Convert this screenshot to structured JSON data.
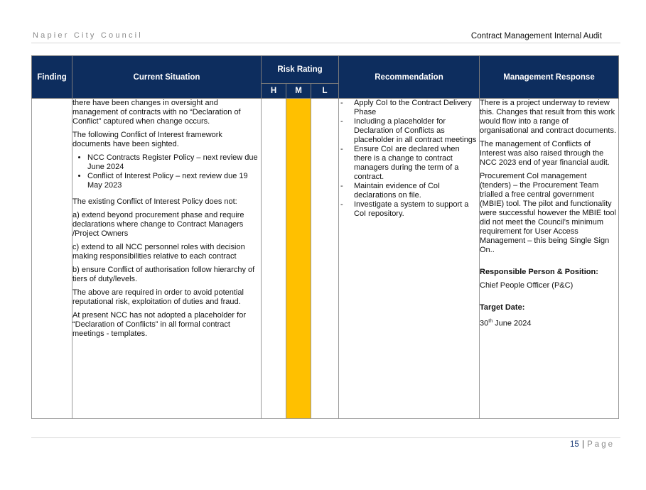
{
  "header": {
    "organization": "Napier City Council",
    "document_title": "Contract Management Internal Audit"
  },
  "table": {
    "headers": {
      "finding": "Finding",
      "current_situation": "Current Situation",
      "risk_rating": "Risk Rating",
      "risk_h": "H",
      "risk_m": "M",
      "risk_l": "L",
      "recommendation": "Recommendation",
      "management_response": "Management Response"
    },
    "row": {
      "finding": "",
      "selected_risk": "M",
      "current_situation": {
        "p1": "there have been changes in oversight and management of contracts with no “Declaration of Conflict” captured when change occurs.",
        "p2": "The following Conflict of Interest framework documents have been sighted.",
        "bullets": [
          "NCC Contracts Register Policy – next review due June 2024",
          "Conflict of Interest Policy – next review due 19 May 2023"
        ],
        "p3": "The existing Conflict of Interest Policy does not:",
        "p4": "a) extend beyond procurement phase and require declarations where change to Contract Managers /Project Owners",
        "p5": "c) extend to all NCC personnel roles with decision making responsibilities relative to each contract",
        "p6": "b) ensure Conflict of authorisation follow hierarchy of tiers of duty/levels.",
        "p7": "The above are required in order to avoid potential reputational risk, exploitation of duties and fraud.",
        "p8": "At present NCC has not adopted a placeholder for “Declaration of Conflicts”  in all formal contract meetings - templates."
      },
      "recommendations": [
        "Apply CoI to the Contract Delivery Phase",
        "Including a placeholder for Declaration of Conflicts as placeholder in all contract meetings",
        "Ensure CoI are declared when there is a change to contract managers during the term of a contract.",
        "Maintain evidence of CoI declarations on file.",
        "Investigate a system to support a CoI repository."
      ],
      "management_response": {
        "p1": "There is a project underway to review this. Changes that result from this work would flow into a range of organisational and contract documents.",
        "p2": "The management of Conflicts of Interest was also raised through the NCC 2023 end of year financial audit.",
        "p3": "Procurement CoI management (tenders) – the Procurement Team trialled a free central government (MBIE) tool. The pilot and functionality were successful however the MBIE tool did not meet the Council’s minimum requirement for User Access Management – this being Single Sign On..",
        "responsible_label": "Responsible Person & Position:",
        "responsible_value": "Chief People Officer (P&C)",
        "target_label": "Target Date:",
        "target_day": "30",
        "target_suffix": "th",
        "target_rest": " June 2024"
      }
    }
  },
  "footer": {
    "page_number": "15",
    "separator": "|",
    "page_label": "Page"
  },
  "colors": {
    "header_navy": "#0d2d5e",
    "risk_high": "#ff0000",
    "risk_medium": "#ffc000",
    "risk_low": "#ffff00"
  }
}
